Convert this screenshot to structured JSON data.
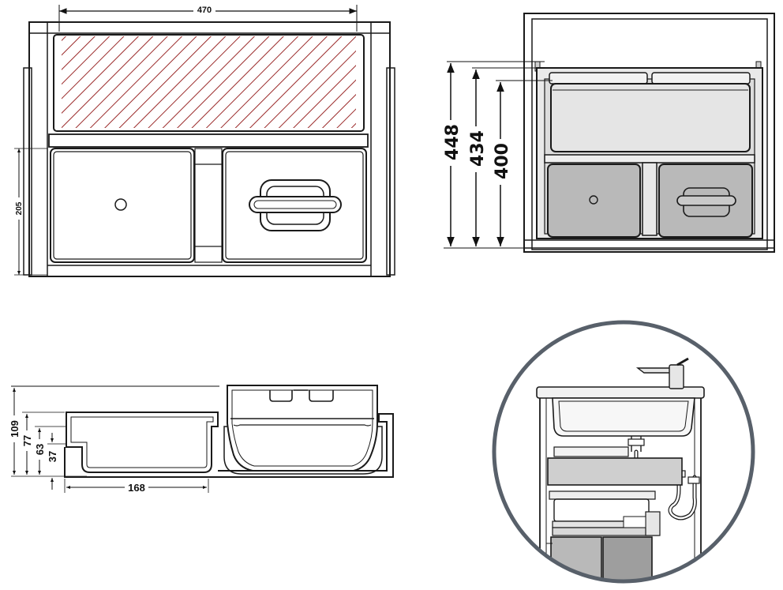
{
  "top_view": {
    "width_label": "470",
    "height_label": "205"
  },
  "front_view": {
    "dim_outer": "448",
    "dim_middle": "434",
    "dim_inner": "400"
  },
  "side_view": {
    "height_total": "109",
    "height_77": "77",
    "height_63": "63",
    "height_37": "37",
    "length_label": "168"
  },
  "colors": {
    "line": "#1a1a1a",
    "hatch": "#9b2a2a",
    "grey_fill": "#b9b9b9",
    "light_fill": "#e6e6e6",
    "circle_border": "#58606a"
  }
}
